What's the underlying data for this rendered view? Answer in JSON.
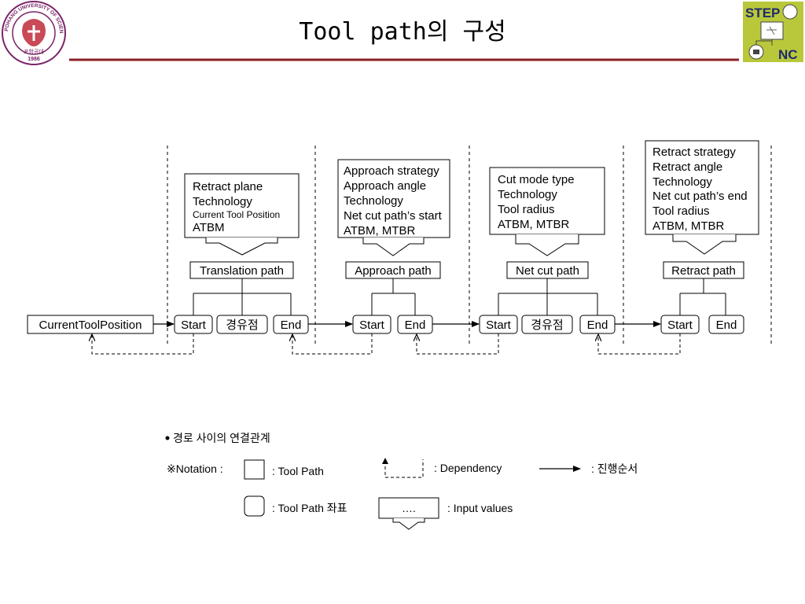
{
  "title": "Tool path의 구성",
  "logo_left": {
    "ring_text": "POHANG UNIVERSITY OF SCIENCE AND TECHNOLOGY",
    "korean": "포항공대",
    "year": "1986"
  },
  "logo_right": {
    "top": "STEP",
    "bottom": "NC"
  },
  "colors": {
    "rule": "#8b1f24",
    "logo_ring": "#7a2468",
    "logo_bg": "#b9c83a"
  },
  "input_boxes": [
    {
      "lines": [
        "Retract plane",
        "Technology",
        "Current Tool Position",
        "ATBM"
      ]
    },
    {
      "lines": [
        "Approach strategy",
        "Approach angle",
        "Technology",
        "Net cut path’s start",
        "ATBM, MTBR"
      ]
    },
    {
      "lines": [
        "Cut mode type",
        "Technology",
        "Tool radius",
        "ATBM, MTBR"
      ]
    },
    {
      "lines": [
        "Retract strategy",
        "Retract angle",
        "Technology",
        "Net cut path’s end",
        "Tool radius",
        "ATBM, MTBR"
      ]
    }
  ],
  "paths": [
    "Translation path",
    "Approach path",
    "Net cut path",
    "Retract path"
  ],
  "current_position": "CurrentToolPosition",
  "nodes": {
    "start": "Start",
    "end": "End",
    "via": "경유점"
  },
  "legend": {
    "heading": "경로 사이의 연결관계",
    "notation": "※Notation :",
    "tool_path": ": Tool Path",
    "tool_path_coord": ": Tool Path 좌표",
    "dependency": ": Dependency",
    "sequence": ": 진행순서",
    "input_values": ": Input values",
    "input_box_text": "…."
  }
}
